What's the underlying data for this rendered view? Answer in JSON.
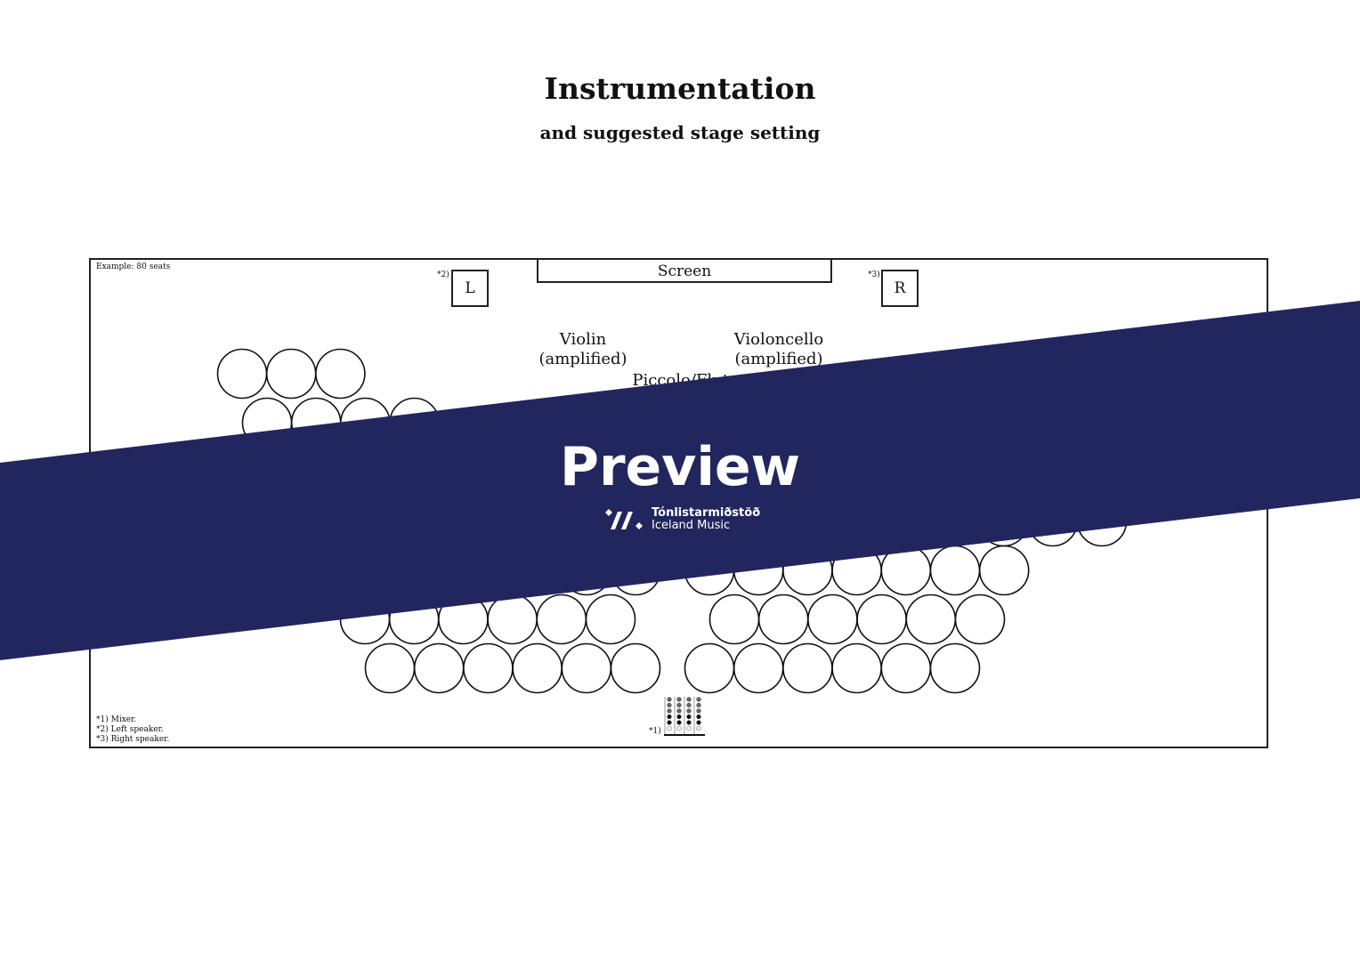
{
  "header": {
    "title": "Instrumentation",
    "subtitle": "and suggested stage setting"
  },
  "plan": {
    "seats_note": "Example: 80 seats",
    "screen_label": "Screen",
    "left_speaker": {
      "label": "L",
      "marker": "*2)"
    },
    "right_speaker": {
      "label": "R",
      "marker": "*3)"
    },
    "mixer_marker": "*1)",
    "instruments": {
      "violin": "Violin",
      "violin_note": "(amplified)",
      "cello": "Violoncello",
      "cello_note": "(amplified)",
      "flute": "Piccolo/Flute"
    },
    "footnotes": [
      "*1) Mixer.",
      "*2) Left speaker.",
      "*3) Right speaker."
    ]
  },
  "watermark": {
    "text": "Preview",
    "brand_line1": "Tónlistarmiðstöð",
    "brand_line2": "Iceland Music",
    "color": "#22265e"
  }
}
